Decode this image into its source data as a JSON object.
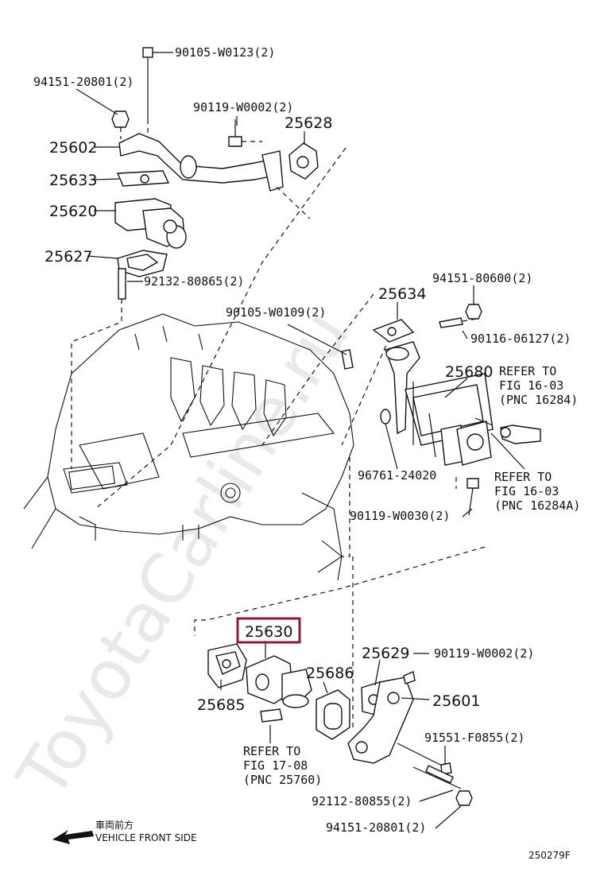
{
  "callouts": {
    "p90105_w0123": "90105-W0123(2)",
    "p94151_20801_top": "94151-20801(2)",
    "p90119_w0002_top": "90119-W0002(2)",
    "p25628": "25628",
    "p25602": "25602",
    "p25633": "25633",
    "p25620": "25620",
    "p25627": "25627",
    "p92132_80865": "92132-80865(2)",
    "p94151_80600": "94151-80600(2)",
    "p25634": "25634",
    "p90105_w0109": "90105-W0109(2)",
    "p90116_06127": "90116-06127(2)",
    "p25680": "25680",
    "p96761_24020": "96761-24020",
    "p90119_w0030": "90119-W0030(2)",
    "p25630": "25630",
    "p25686": "25686",
    "p25629": "25629",
    "p90119_w0002_bottom": "90119-W0002(2)",
    "p25601": "25601",
    "p25685": "25685",
    "p91551_f0855": "91551-F0855(2)",
    "p92112_80855": "92112-80855(2)",
    "p94151_20801_bottom": "94151-20801(2)"
  },
  "refers": {
    "r1": {
      "line1": "REFER TO",
      "line2": "FIG 16-03",
      "line3": "(PNC 16284)"
    },
    "r2": {
      "line1": "REFER TO",
      "line2": "FIG 16-03",
      "line3": "(PNC 16284A)"
    },
    "r3": {
      "line1": "REFER TO",
      "line2": "FIG 17-08",
      "line3": "(PNC 25760)"
    }
  },
  "direction": {
    "japanese": "車両前方",
    "english": "VEHICLE FRONT SIDE"
  },
  "figure_id": "250279F",
  "watermark": "ToyotaCarline.ru",
  "highlight_color": "#8b1a3a"
}
